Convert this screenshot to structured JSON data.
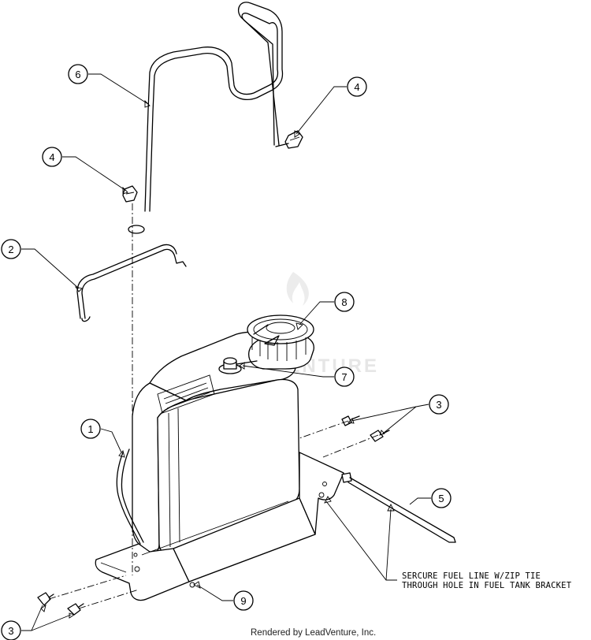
{
  "callouts": [
    {
      "label": "1"
    },
    {
      "label": "2"
    },
    {
      "label": "3"
    },
    {
      "label": "3"
    },
    {
      "label": "4"
    },
    {
      "label": "4"
    },
    {
      "label": "5"
    },
    {
      "label": "6"
    },
    {
      "label": "7"
    },
    {
      "label": "8"
    },
    {
      "label": "9"
    }
  ],
  "note": {
    "line1": "SERCURE FUEL LINE W/ZIP TIE",
    "line2": "THROUGH HOLE IN FUEL TANK BRACKET"
  },
  "watermark": "LEADVENTURE",
  "footer": "Rendered by LeadVenture, Inc."
}
